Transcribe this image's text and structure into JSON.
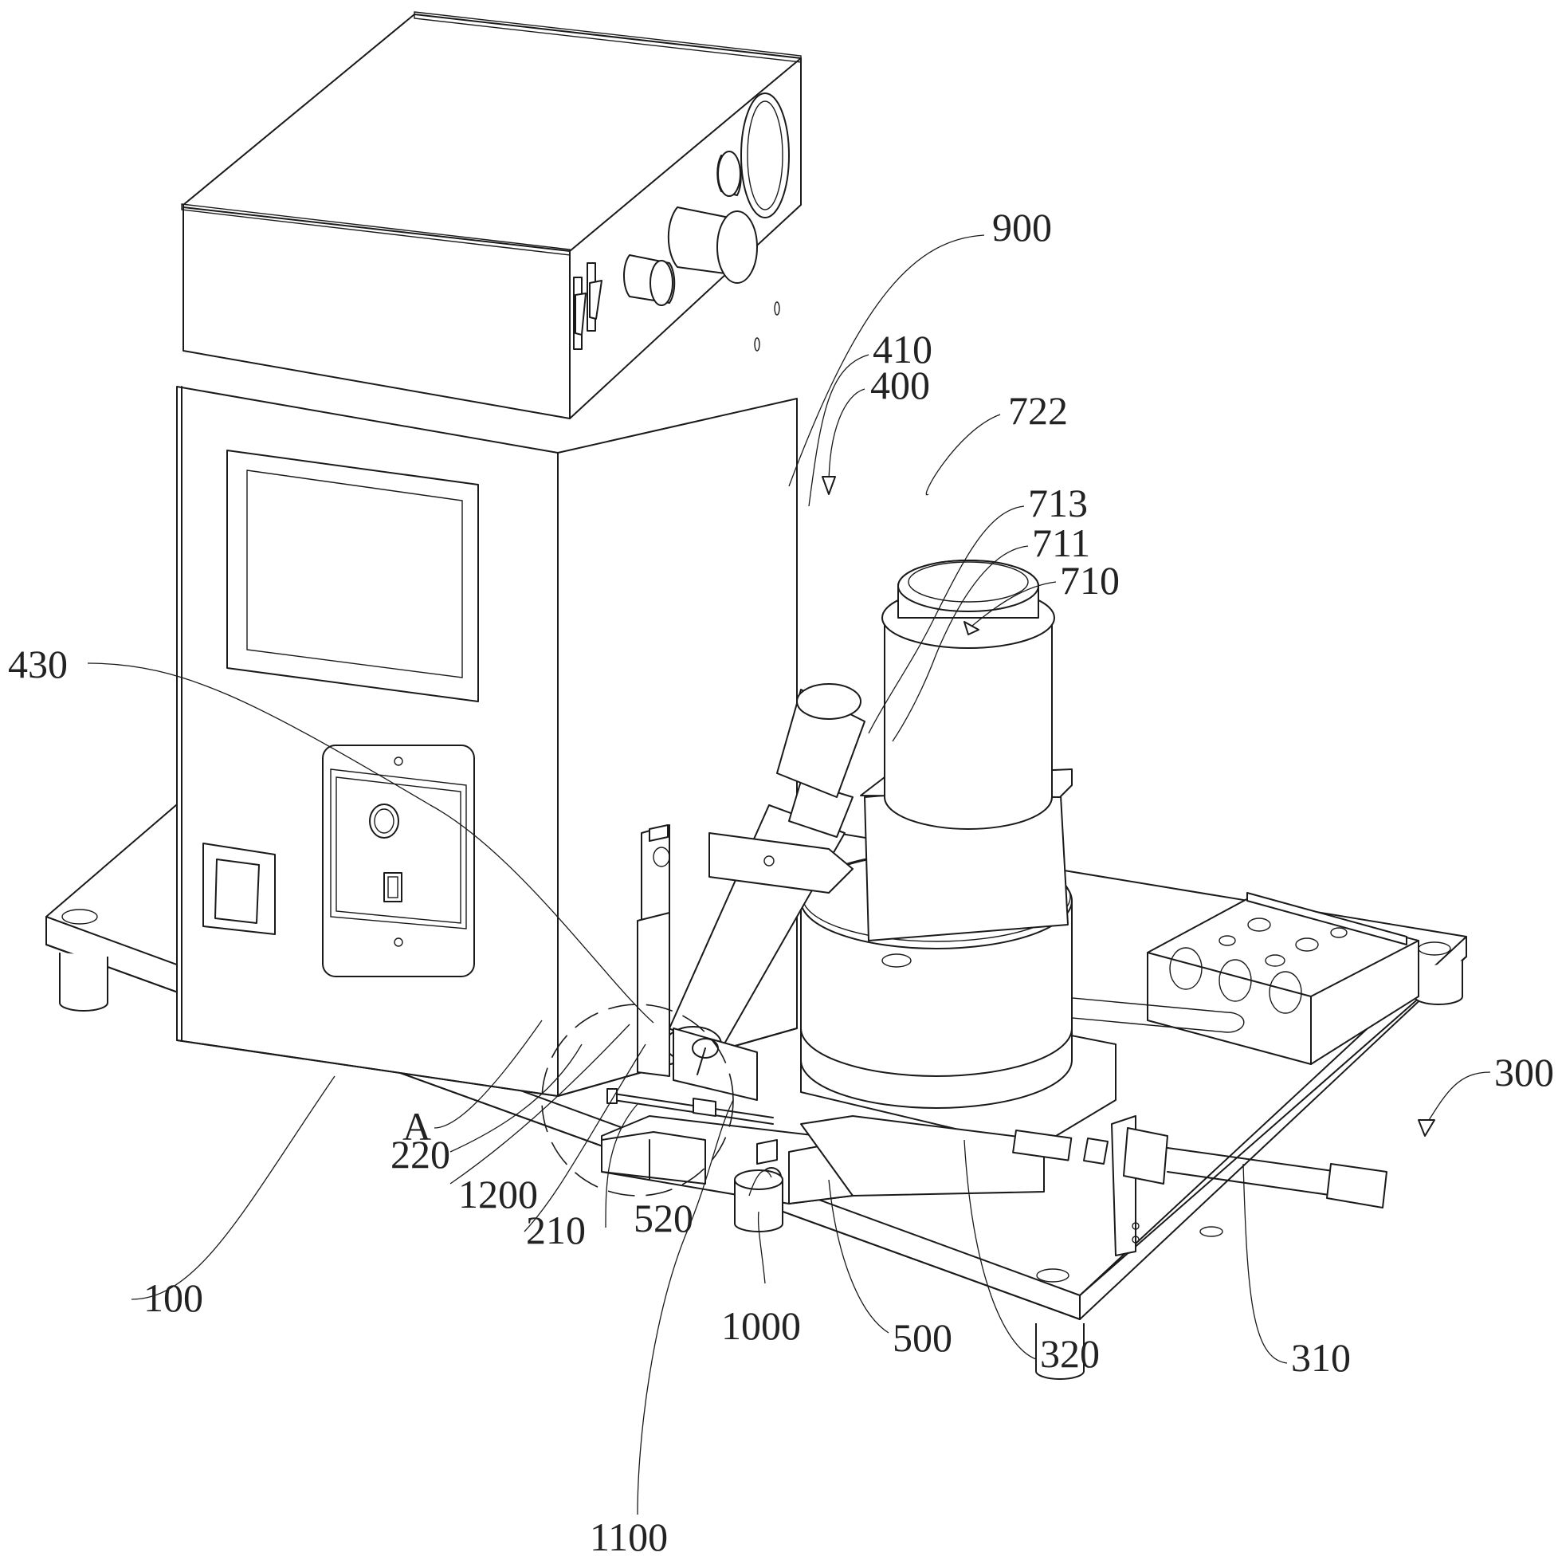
{
  "figure": {
    "description": "Patent-style isometric line drawing of a machine assembly",
    "line_color": "#1a1a1a",
    "background": "#ffffff"
  },
  "labels": {
    "l900": "900",
    "l410": "410",
    "l400": "400",
    "l722": "722",
    "l430": "430",
    "l713": "713",
    "l711": "711",
    "l710": "710",
    "l300": "300",
    "lA": "A",
    "l220": "220",
    "l1200": "1200",
    "l210": "210",
    "l520": "520",
    "l1000": "1000",
    "l500": "500",
    "l320": "320",
    "l310": "310",
    "l100": "100",
    "l1100": "1100"
  }
}
